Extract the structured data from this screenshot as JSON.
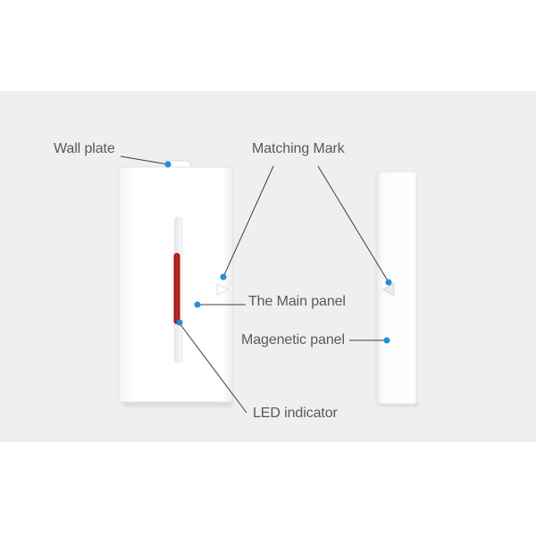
{
  "labels": {
    "wall_plate": "Wall plate",
    "matching_mark": "Matching Mark",
    "main_panel": "The Main panel",
    "magnetic_panel": "Magenetic panel",
    "led_indicator": "LED indicator"
  },
  "colors": {
    "background_band": "#efefee",
    "device_body": "#ffffff",
    "led": "#b3201b",
    "callout_dot": "#1f8ee0",
    "callout_line": "#3b3f44"
  }
}
